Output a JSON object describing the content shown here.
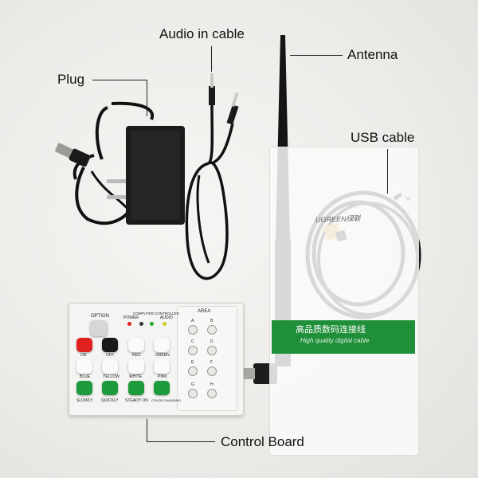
{
  "labels": {
    "audio_in_cable": "Audio in cable",
    "antenna": "Antenna",
    "plug": "Plug",
    "usb_cable": "USB cable",
    "control_board": "Control Board"
  },
  "board": {
    "top_labels": {
      "power": "POWER",
      "computer_controller": "COMPUTER CONTROLLER",
      "audio": "AUDIO"
    },
    "option": "OPTION",
    "button_labels": [
      "ON",
      "OFF",
      "RED",
      "GREEN",
      "BLUE",
      "YELLOW",
      "WHITE",
      "PINK",
      "SLOWLY",
      "QUICKLY",
      "STEADY ON",
      "COLOR CHANGING"
    ],
    "area_title": "AREA",
    "area_letters": [
      "A",
      "B",
      "C",
      "D",
      "E",
      "F",
      "G",
      "H"
    ]
  },
  "bag": {
    "brand": "UGREEN绿联",
    "band_cn": "高品质数码连接线",
    "band_en": "High quality digital cable"
  },
  "colors": {
    "background": "#ecebea",
    "band_green": "#1f8f3a",
    "button_green": "#1d9a3c",
    "button_red": "#e0201f"
  }
}
